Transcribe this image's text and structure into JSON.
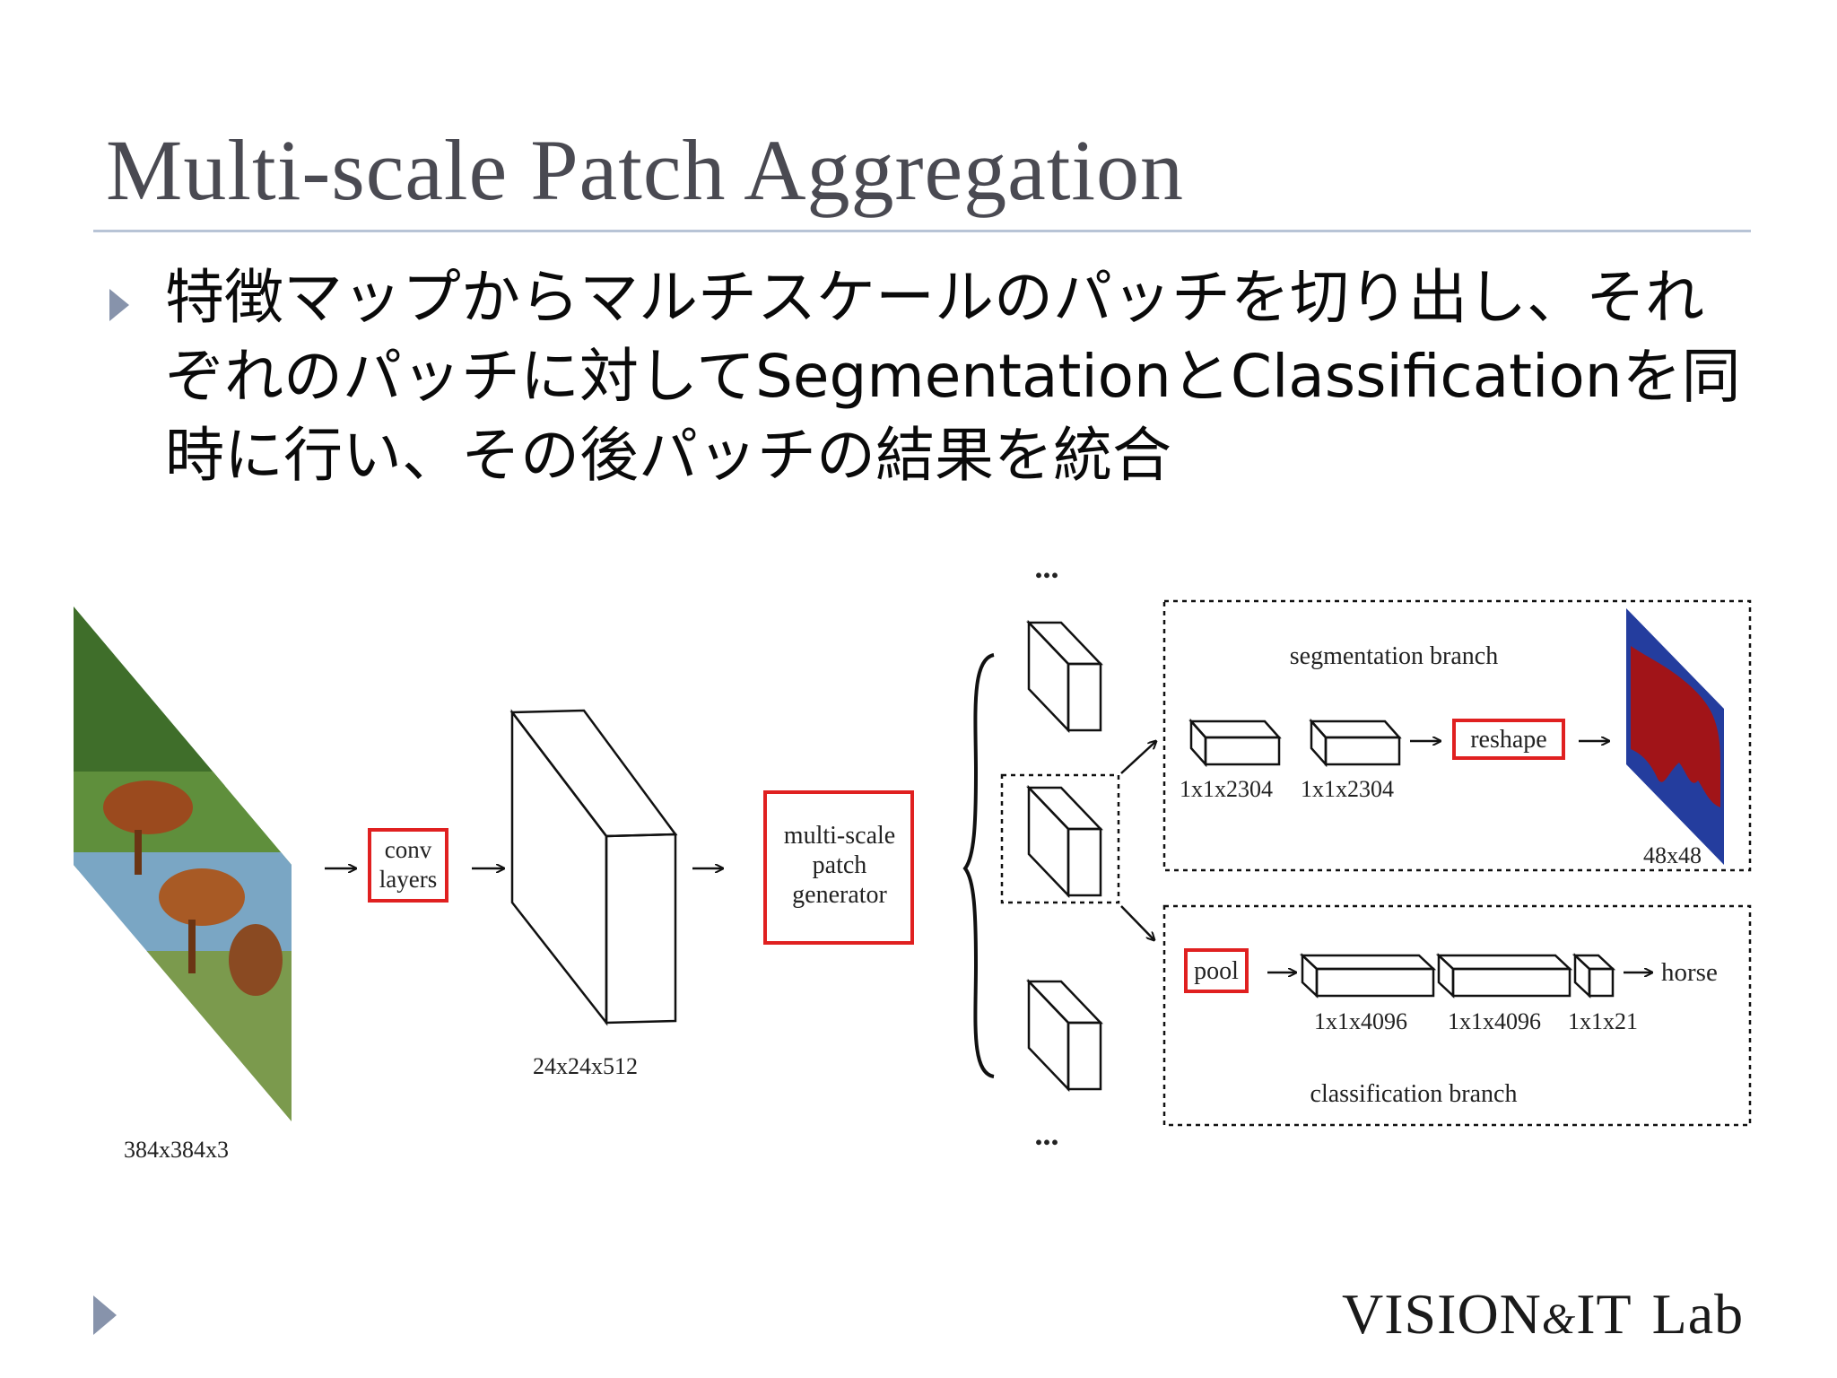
{
  "slide": {
    "title": "Multi-scale Patch Aggregation",
    "bullet_lines": [
      "特徴マップからマルチスケールのパッチを切り出し、それ",
      "ぞれのパッチに対してSegmentationとClassificationを同",
      "時に行い、その後パッチの結果を統合"
    ],
    "logo": {
      "main": "VISION",
      "amp": "&",
      "it": "IT",
      "lab": "Lab"
    }
  },
  "figure": {
    "input_size": "384x384x3",
    "conv_label": [
      "conv",
      "layers"
    ],
    "feature_size": "24x24x512",
    "generator_label": [
      "multi-scale",
      "patch",
      "generator"
    ],
    "ellipsis_top": "...",
    "ellipsis_bottom": "...",
    "seg_branch": {
      "title": "segmentation branch",
      "sizes": [
        "1x1x2304",
        "1x1x2304"
      ],
      "reshape_label": "reshape",
      "output_size": "48x48"
    },
    "cls_branch": {
      "title": "classification branch",
      "pool_label": "pool",
      "sizes": [
        "1x1x4096",
        "1x1x4096",
        "1x1x21"
      ],
      "output_label": "horse"
    },
    "colors": {
      "highlight_box": "#e02020",
      "line": "#111111",
      "seg_blue": "#243d9e",
      "seg_red": "#a11418"
    }
  }
}
